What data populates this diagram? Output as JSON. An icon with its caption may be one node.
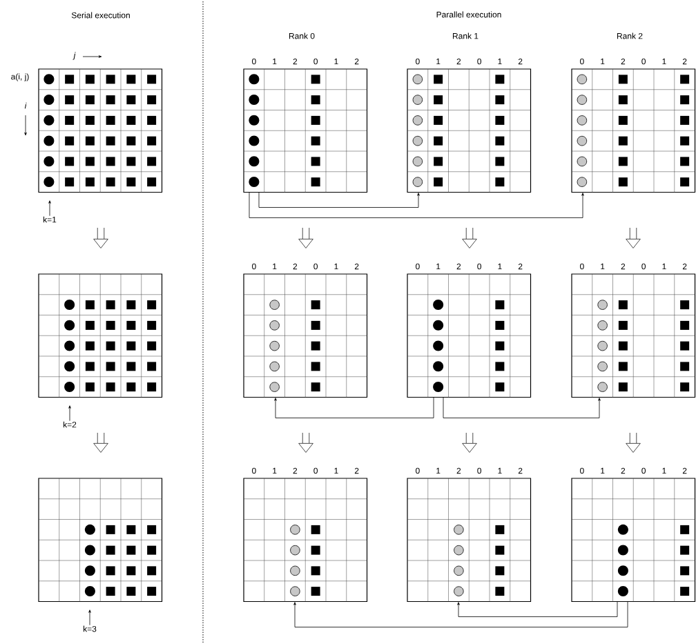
{
  "diagram": {
    "nodes": [
      {
        "text": [],
        "shape": "grid"
      },
      {
        "text": [
          "k=1"
        ]
      },
      {
        "text": [],
        "shape": "grid"
      },
      {
        "text": [
          "k=2"
        ]
      },
      {
        "text": [],
        "shape": "grid"
      },
      {
        "text": [
          "k=3"
        ]
      },
      {
        "text": [],
        "shape": "grid",
        "beside": [
          "0",
          "1",
          "2",
          "0",
          "1",
          "2"
        ]
      },
      {
        "text": [],
        "shape": "grid",
        "beside": [
          "0",
          "1",
          "2",
          "0",
          "1",
          "2"
        ]
      },
      {
        "text": [],
        "shape": "grid",
        "beside": [
          "0",
          "1",
          "2",
          "0",
          "1",
          "2"
        ]
      },
      {
        "text": [],
        "shape": "grid",
        "beside": [
          "0",
          "1",
          "2",
          "0",
          "1",
          "2"
        ]
      },
      {
        "text": [],
        "shape": "grid",
        "beside": [
          "0",
          "1",
          "2",
          "0",
          "1",
          "2"
        ]
      },
      {
        "text": [],
        "shape": "grid",
        "beside": [
          "0",
          "1",
          "2",
          "0",
          "1",
          "2"
        ]
      },
      {
        "text": [],
        "shape": "grid",
        "beside": [
          "0",
          "1",
          "2",
          "0",
          "1",
          "2"
        ]
      },
      {
        "text": [],
        "shape": "grid",
        "beside": [
          "0",
          "1",
          "2",
          "0",
          "1",
          "2"
        ]
      },
      {
        "text": [],
        "shape": "grid",
        "beside": [
          "0",
          "1",
          "2",
          "0",
          "1",
          "2"
        ]
      }
    ],
    "edges": [
      {
        "from": 1,
        "to": null,
        "arrow": "to"
      },
      {
        "from": 3,
        "to": null,
        "arrow": "to"
      },
      {
        "from": 5,
        "to": null,
        "arrow": "to"
      },
      {
        "from": 6,
        "to": 7,
        "arrow": "to"
      },
      {
        "from": 6,
        "to": 8,
        "arrow": "to"
      },
      {
        "from": 10,
        "to": 9,
        "arrow": "to"
      },
      {
        "from": 10,
        "to": 11,
        "arrow": "to"
      },
      {
        "from": 14,
        "to": 13,
        "arrow": "to"
      },
      {
        "from": 14,
        "to": 12,
        "arrow": "to"
      }
    ],
    "labels": [
      "Serial execution",
      "j",
      "a(i, j)",
      "i",
      "Parallel execution",
      "Rank 0",
      "Rank 1",
      "Rank 2"
    ]
  }
}
